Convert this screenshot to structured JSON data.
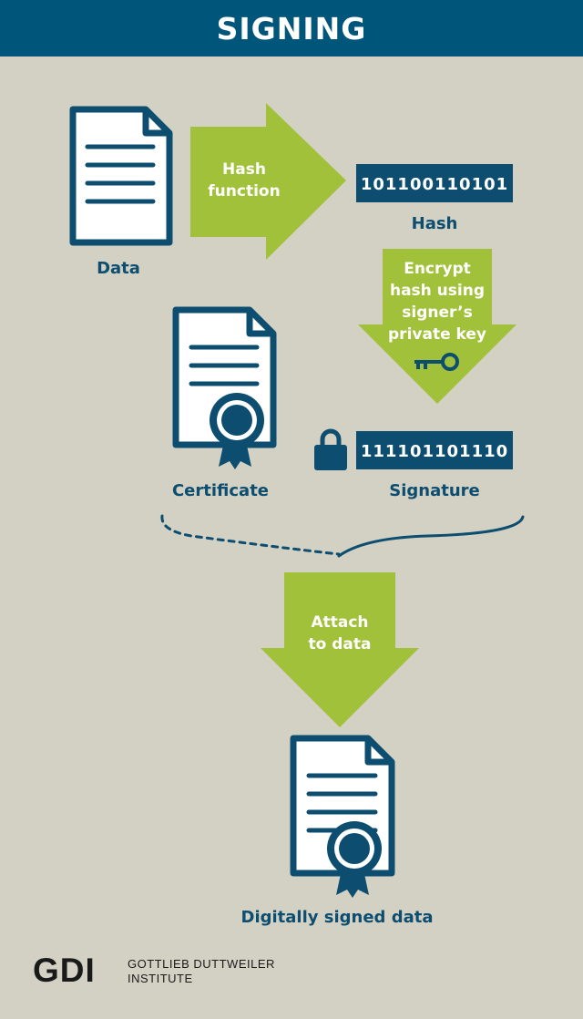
{
  "header": {
    "title": "SIGNING"
  },
  "steps": {
    "hash_function": [
      "Hash",
      "function"
    ],
    "encrypt": [
      "Encrypt",
      "hash using",
      "signer’s",
      "private key"
    ],
    "attach": [
      "Attach",
      "to data"
    ]
  },
  "labels": {
    "data": "Data",
    "hash": "Hash",
    "hash_value": "101100110101",
    "certificate": "Certificate",
    "signature": "Signature",
    "signature_value": "111101101110",
    "signed_data": "Digitally signed data"
  },
  "footer": {
    "logo": "GDI",
    "name_line1": "GOTTLIEB DUTTWEILER",
    "name_line2": "INSTITUTE"
  },
  "colors": {
    "header_bg": "#00557a",
    "background": "#d3d1c4",
    "arrow": "#a2c13a",
    "dark_blue": "#0d4e70"
  },
  "icons": [
    "document-icon",
    "certificate-icon",
    "lock-icon",
    "key-icon",
    "signed-document-icon"
  ]
}
